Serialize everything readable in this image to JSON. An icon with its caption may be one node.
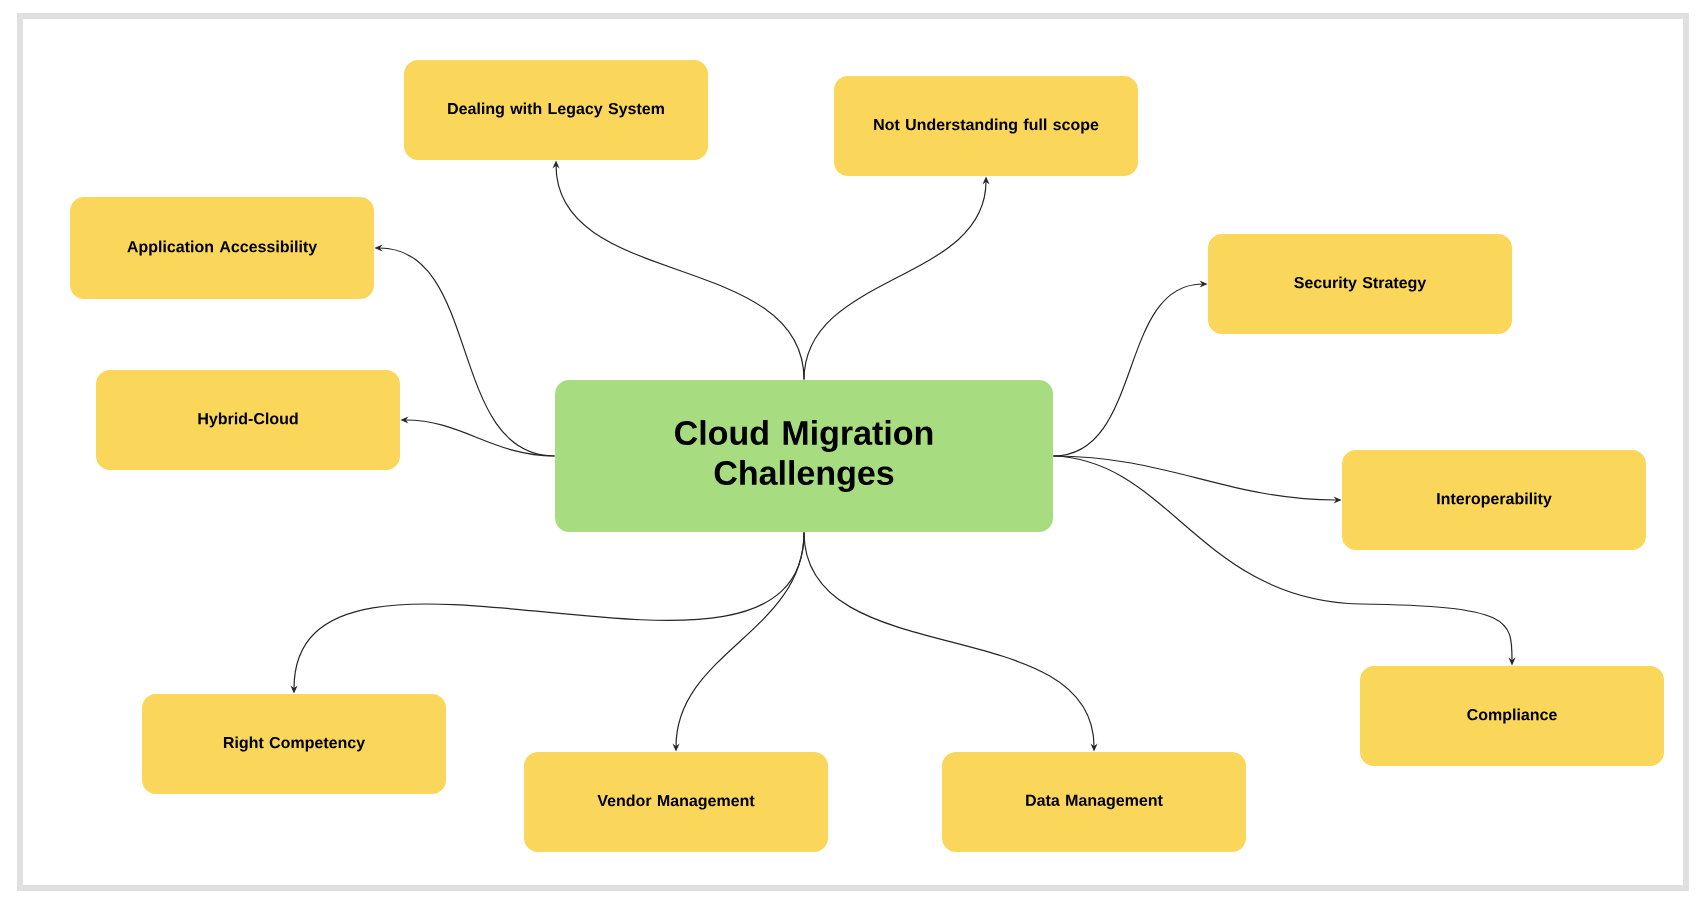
{
  "diagram": {
    "nodes": [
      {
        "text": [
          "Dealing with Legacy System"
        ]
      },
      {
        "text": [
          "Not Understanding full scope"
        ]
      },
      {
        "text": [
          "Application Accessibility"
        ]
      },
      {
        "text": [
          "Security Strategy"
        ]
      },
      {
        "text": [
          "Hybrid-Cloud"
        ]
      },
      {
        "text": [
          "Cloud Migration Challenges"
        ]
      },
      {
        "text": [
          "Interoperability"
        ]
      },
      {
        "text": [
          "Compliance"
        ]
      },
      {
        "text": [
          "Right Competency"
        ]
      },
      {
        "text": [
          "Vendor Management"
        ]
      },
      {
        "text": [
          "Data Management"
        ]
      }
    ],
    "edges": [
      {
        "from": 5,
        "to": 0,
        "arrow": "to"
      },
      {
        "from": 5,
        "to": 1,
        "arrow": "to"
      },
      {
        "from": 5,
        "to": 2,
        "arrow": "to"
      },
      {
        "from": 5,
        "to": 3,
        "arrow": "to"
      },
      {
        "from": 5,
        "to": 4,
        "arrow": "to"
      },
      {
        "from": 5,
        "to": 6,
        "arrow": "to"
      },
      {
        "from": 5,
        "to": 7,
        "arrow": "to"
      },
      {
        "from": 5,
        "to": 8,
        "arrow": "to"
      },
      {
        "from": 5,
        "to": 9,
        "arrow": "to"
      },
      {
        "from": 5,
        "to": 10,
        "arrow": "to"
      }
    ]
  }
}
